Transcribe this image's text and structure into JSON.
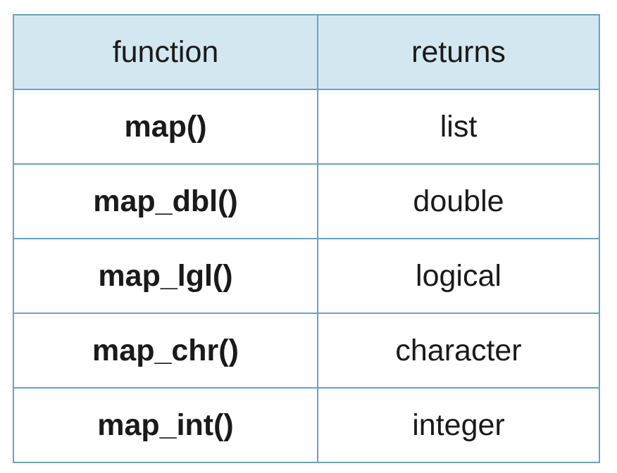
{
  "table": {
    "headers": {
      "function": "function",
      "returns": "returns"
    },
    "rows": [
      {
        "function": "map()",
        "returns": "list"
      },
      {
        "function": "map_dbl()",
        "returns": "double"
      },
      {
        "function": "map_lgl()",
        "returns": "logical"
      },
      {
        "function": "map_chr()",
        "returns": "character"
      },
      {
        "function": "map_int()",
        "returns": "integer"
      }
    ],
    "colors": {
      "header_bg": "#d3e7f0",
      "border": "#6aa3bf",
      "text": "#1a1a1a"
    }
  }
}
